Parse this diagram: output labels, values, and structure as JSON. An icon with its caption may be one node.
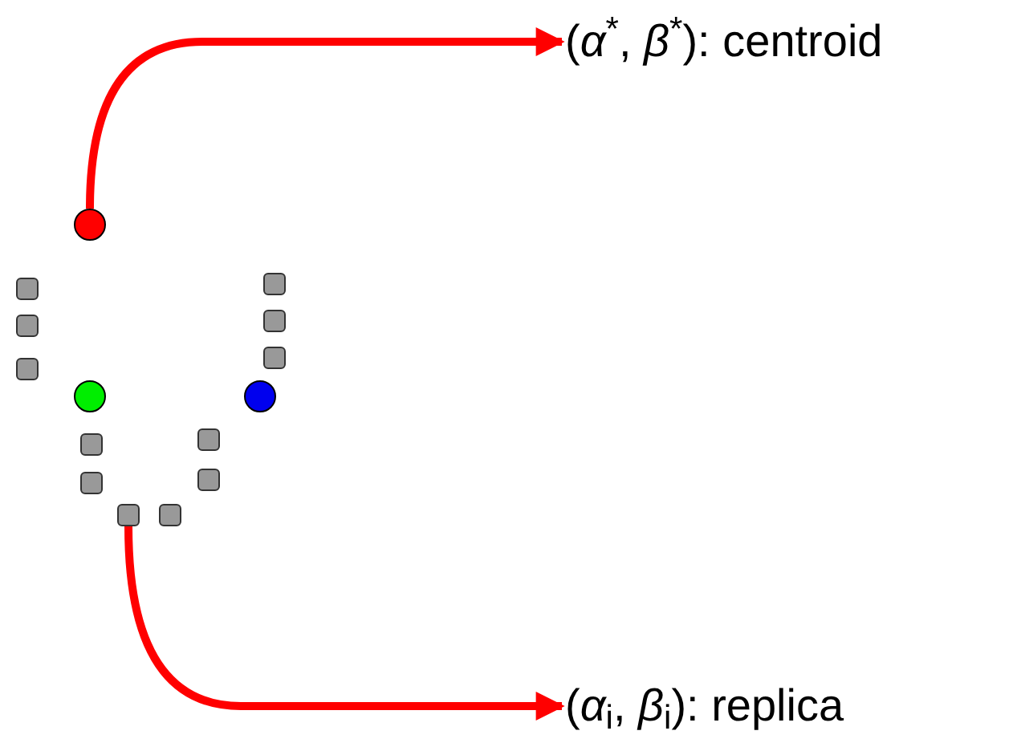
{
  "diagram": {
    "nodes": [
      {
        "text": [],
        "shape": "circle"
      },
      {
        "text": [
          "(*α*$^{*}$, *β*$^{*}$): centroid"
        ]
      },
      {
        "text": [],
        "shape": "box"
      },
      {
        "text": [],
        "shape": "box"
      },
      {
        "text": [],
        "shape": "box"
      },
      {
        "text": [],
        "shape": "box"
      },
      {
        "text": [],
        "shape": "box"
      },
      {
        "text": [],
        "shape": "box"
      },
      {
        "text": [],
        "shape": "circle"
      },
      {
        "text": [],
        "shape": "circle"
      },
      {
        "text": [],
        "shape": "box"
      },
      {
        "text": [],
        "shape": "box"
      },
      {
        "text": [],
        "shape": "box"
      },
      {
        "text": [],
        "shape": "box"
      },
      {
        "text": [],
        "shape": "box"
      },
      {
        "text": [],
        "shape": "box"
      },
      {
        "text": [
          "(*α*$_{i}$, *β*$_{i}$): replica"
        ]
      }
    ],
    "edges": [
      {
        "from": 0,
        "to": 1,
        "arrow": "to"
      },
      {
        "from": 14,
        "to": 16,
        "arrow": "to"
      }
    ]
  }
}
